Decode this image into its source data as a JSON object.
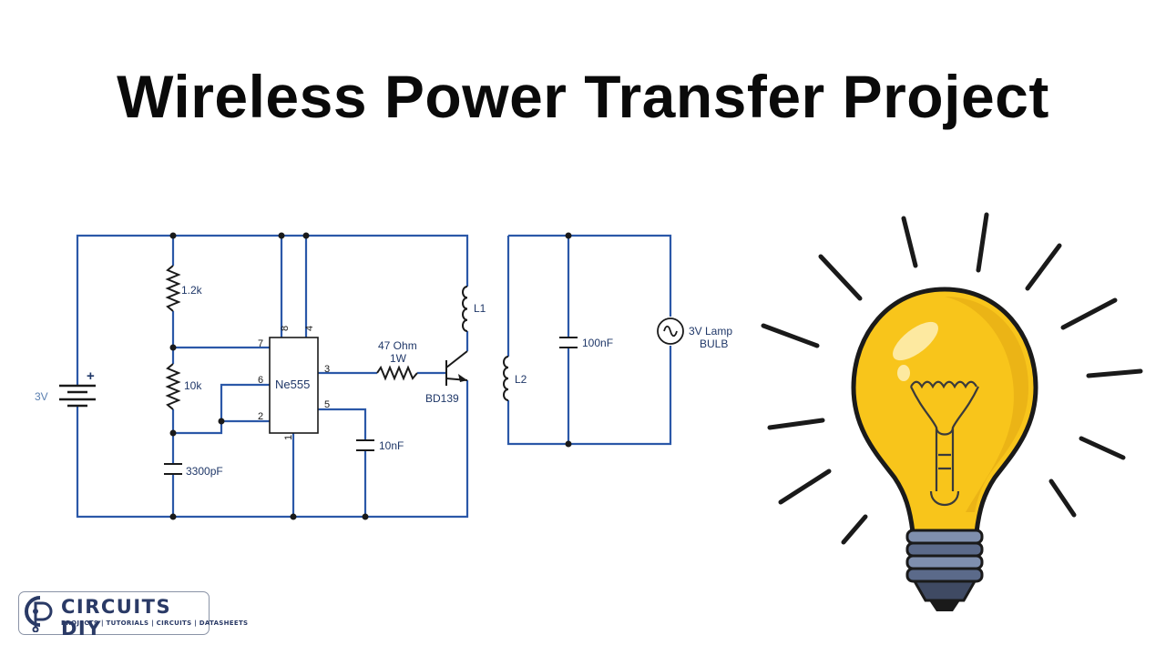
{
  "title": "Wireless Power Transfer Project",
  "colors": {
    "wire": "#2b58a8",
    "component": "#1a1a1a",
    "bulb_glass": "#f8c51b",
    "bulb_highlight": "#fde9a0",
    "bulb_base": "#5b6a8a",
    "logo_text": "#2a3a66"
  },
  "schematic": {
    "battery": {
      "label": "3V",
      "polarity": "+"
    },
    "r1": "1.2k",
    "r2": "10k",
    "c1": "3300pF",
    "ic": {
      "label": "Ne555",
      "pins": {
        "p8": "8",
        "p4": "4",
        "p7": "7",
        "p6": "6",
        "p2": "2",
        "p3": "3",
        "p5": "5",
        "p1": "1"
      }
    },
    "c2": "10nF",
    "r3": {
      "value": "47 Ohm",
      "power": "1W"
    },
    "transistor": "BD139",
    "l1": "L1",
    "l2": "L2",
    "c3": "100nF",
    "lamp": {
      "line1": "3V Lamp",
      "line2": "BULB"
    }
  },
  "illustration": {
    "icon": "light-bulb-icon"
  },
  "logo": {
    "name": "CIRCUITS DIY",
    "tagline": "PROJECTS | TUTORIALS | CIRCUITS | DATASHEETS",
    "icon": "circuits-diy-logo-icon"
  }
}
